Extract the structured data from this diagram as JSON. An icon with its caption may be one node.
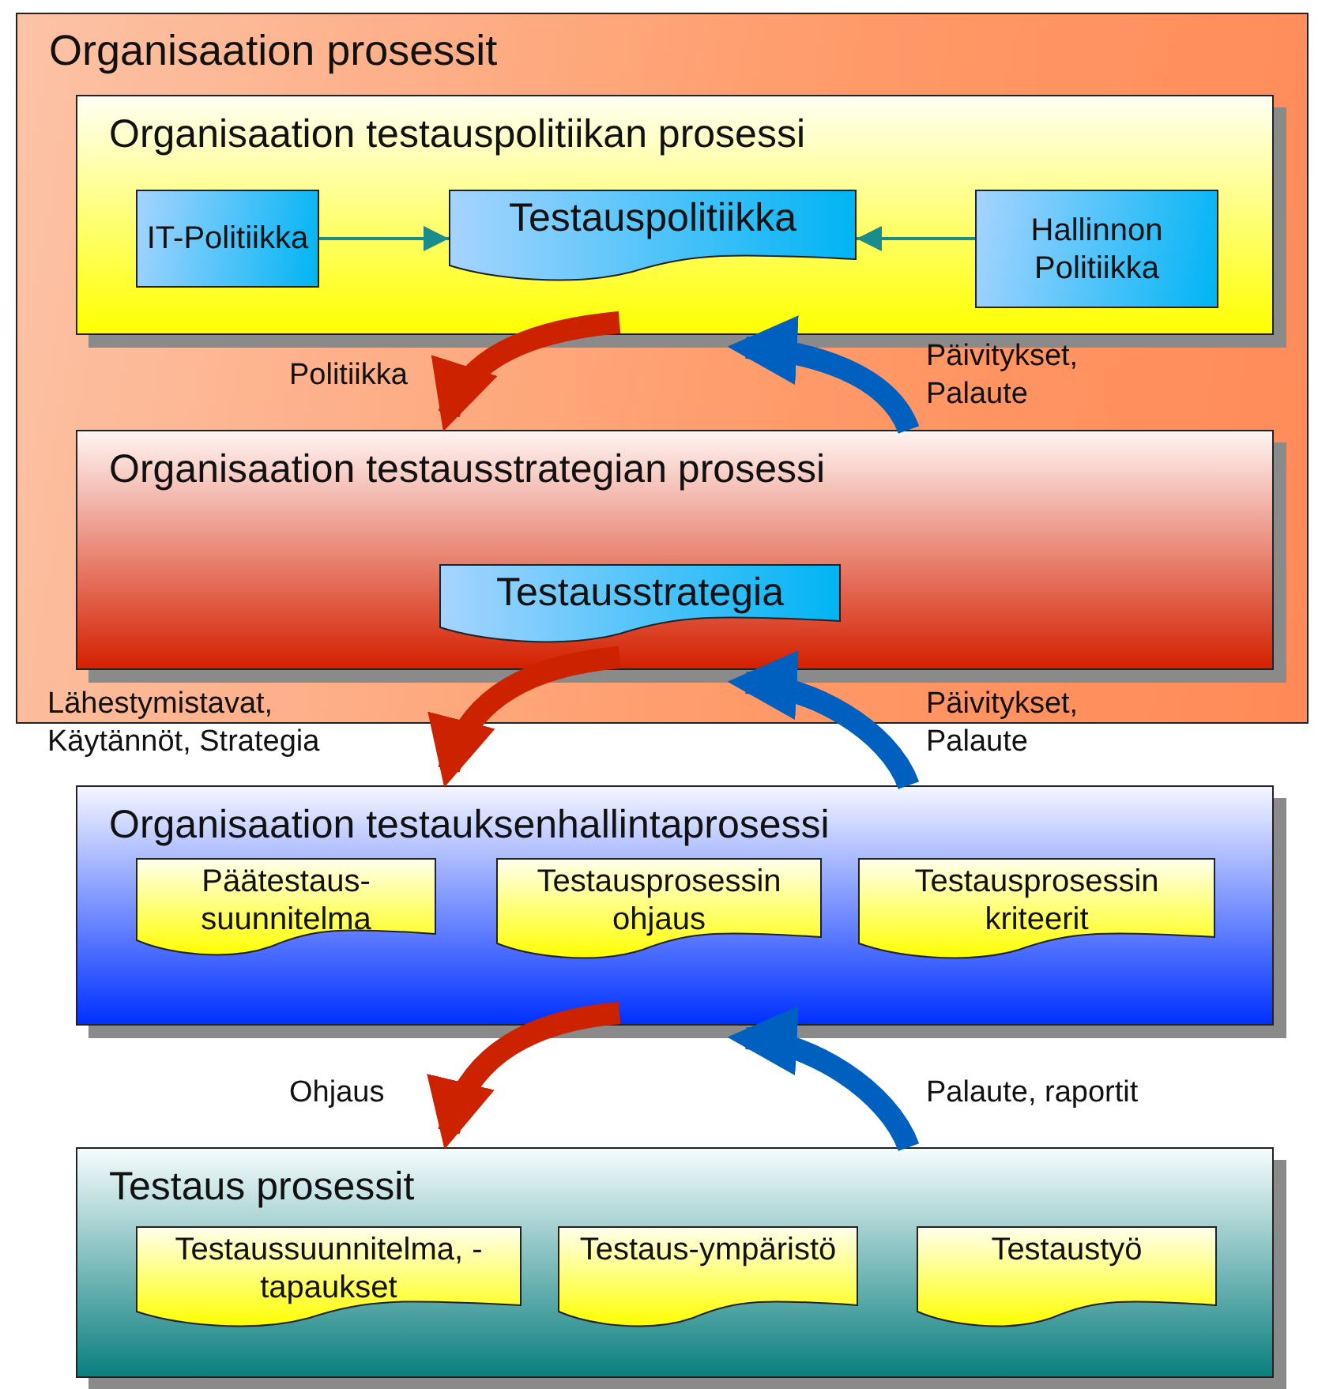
{
  "diagram": {
    "nodes": [
      {
        "text": [
          "Organisaation prosessit"
        ]
      },
      {
        "text": [
          "Organisaation testauspolitiikan prosessi"
        ],
        "in": 0
      },
      {
        "text": [
          "IT-Politiikka"
        ],
        "in": 1
      },
      {
        "text": [
          "Testauspolitiikka"
        ],
        "in": 1
      },
      {
        "text": [
          "Hallinnon Politiikka"
        ],
        "in": 1
      },
      {
        "text": [
          "Organisaation testausstrategian prosessi"
        ],
        "in": 0
      },
      {
        "text": [
          "Testausstrategia"
        ],
        "in": 5
      },
      {
        "text": [
          "Organisaation testauksenhallintaprosessi"
        ]
      },
      {
        "text": [
          "Päätestaus-suunnitelma"
        ],
        "in": 7
      },
      {
        "text": [
          "Testausprosessin ohjaus"
        ],
        "in": 7
      },
      {
        "text": [
          "Testausprosessin kriteerit"
        ],
        "in": 7
      },
      {
        "text": [
          "Testaus prosessit"
        ]
      },
      {
        "text": [
          "Testaussuunnitelma, -tapaukset"
        ],
        "in": 11
      },
      {
        "text": [
          "Testaus-ympäristö"
        ],
        "in": 11
      },
      {
        "text": [
          "Testaustyö"
        ],
        "in": 11
      }
    ],
    "edges": [
      {
        "from": 2,
        "to": 3,
        "arrow": "to",
        "color": "#1a8c8c"
      },
      {
        "from": 4,
        "to": 3,
        "arrow": "to",
        "color": "#1a8c8c"
      },
      {
        "from": 1,
        "to": 5,
        "arrow": "to",
        "label": "Politiikka",
        "color": "#cc2200"
      },
      {
        "from": 5,
        "to": 1,
        "arrow": "to",
        "label": "Päivitykset, Palaute",
        "color": "#0060c0"
      },
      {
        "from": 5,
        "to": 7,
        "arrow": "to",
        "label": "Lähestymistavat, Käytännöt, Strategia",
        "color": "#cc2200"
      },
      {
        "from": 7,
        "to": 5,
        "arrow": "to",
        "label": "Päivitykset, Palaute",
        "color": "#0060c0"
      },
      {
        "from": 7,
        "to": 11,
        "arrow": "to",
        "label": "Ohjaus",
        "color": "#cc2200"
      },
      {
        "from": 11,
        "to": 7,
        "arrow": "to",
        "label": "Palaute, raportit",
        "color": "#0060c0"
      }
    ]
  }
}
